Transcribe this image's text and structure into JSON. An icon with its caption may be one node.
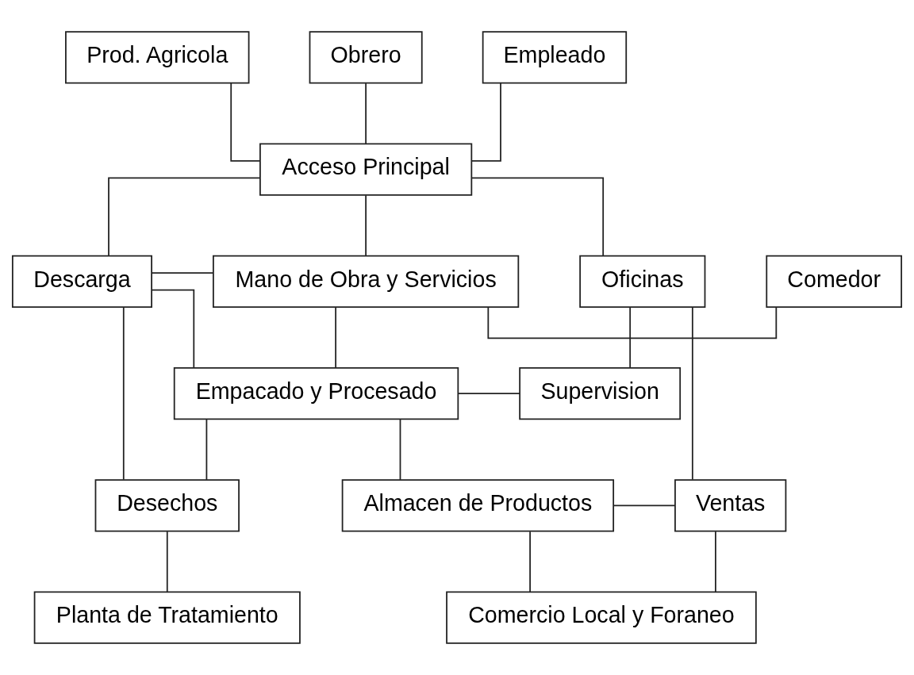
{
  "diagram": {
    "nodes": [
      {
        "text": [
          "Prod. Agricola"
        ]
      },
      {
        "text": [
          "Obrero"
        ]
      },
      {
        "text": [
          "Empleado"
        ]
      },
      {
        "text": [
          "Acceso Principal"
        ]
      },
      {
        "text": [
          "Descarga"
        ]
      },
      {
        "text": [
          "Mano de Obra y Servicios"
        ]
      },
      {
        "text": [
          "Oficinas"
        ]
      },
      {
        "text": [
          "Comedor"
        ]
      },
      {
        "text": [
          "Empacado y Procesado"
        ]
      },
      {
        "text": [
          "Supervision"
        ]
      },
      {
        "text": [
          "Desechos"
        ]
      },
      {
        "text": [
          "Almacen de Productos"
        ]
      },
      {
        "text": [
          "Ventas"
        ]
      },
      {
        "text": [
          "Planta de Tratamiento"
        ]
      },
      {
        "text": [
          "Comercio Local y Foraneo"
        ]
      }
    ],
    "edges": [
      {
        "from": 0,
        "to": 3,
        "arrow": "none"
      },
      {
        "from": 1,
        "to": 3,
        "arrow": "none"
      },
      {
        "from": 2,
        "to": 3,
        "arrow": "none"
      },
      {
        "from": 3,
        "to": 4,
        "arrow": "none"
      },
      {
        "from": 3,
        "to": 5,
        "arrow": "none"
      },
      {
        "from": 3,
        "to": 6,
        "arrow": "none"
      },
      {
        "from": 4,
        "to": 5,
        "arrow": "none"
      },
      {
        "from": 5,
        "to": 7,
        "arrow": "none"
      },
      {
        "from": 6,
        "to": 9,
        "arrow": "none"
      },
      {
        "from": 6,
        "to": 12,
        "arrow": "none"
      },
      {
        "from": 4,
        "to": 8,
        "arrow": "none"
      },
      {
        "from": 4,
        "to": 10,
        "arrow": "none"
      },
      {
        "from": 5,
        "to": 8,
        "arrow": "none"
      },
      {
        "from": 8,
        "to": 9,
        "arrow": "none"
      },
      {
        "from": 8,
        "to": 10,
        "arrow": "none"
      },
      {
        "from": 8,
        "to": 11,
        "arrow": "none"
      },
      {
        "from": 10,
        "to": 13,
        "arrow": "none"
      },
      {
        "from": 11,
        "to": 12,
        "arrow": "none"
      },
      {
        "from": 11,
        "to": 14,
        "arrow": "none"
      },
      {
        "from": 12,
        "to": 14,
        "arrow": "none"
      }
    ]
  }
}
